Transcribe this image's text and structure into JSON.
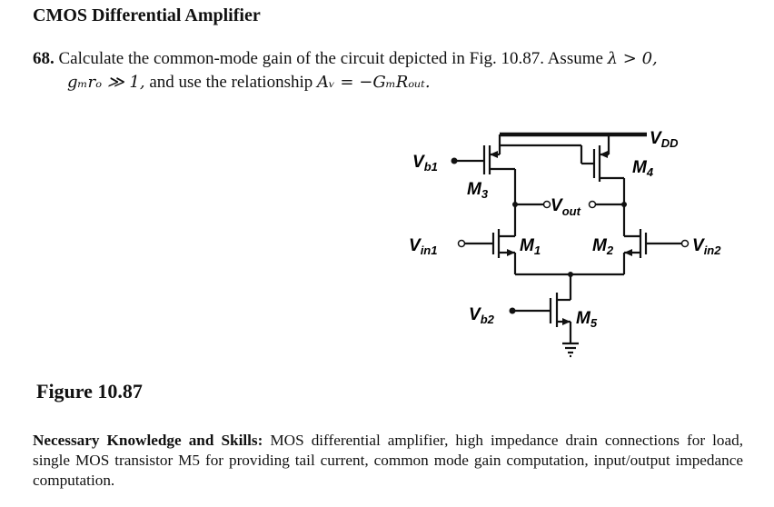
{
  "heading": "CMOS Differential Amplifier",
  "problem": {
    "number": "68.",
    "text_1": "Calculate the common-mode gain of the circuit depicted in Fig. 10.87. Assume",
    "lambda_cond": "λ > 0,",
    "gmro_cond": "gₘrₒ ≫ 1,",
    "text_2": "and use the relationship",
    "formula": "Aᵥ = −GₘRₒᵤₜ."
  },
  "circuit": {
    "vdd": {
      "main": "V",
      "sub": "DD"
    },
    "m4": {
      "main": "M",
      "sub": "4"
    },
    "vb1": {
      "main": "V",
      "sub": "b1"
    },
    "m3": {
      "main": "M",
      "sub": "3"
    },
    "vout": {
      "main": "V",
      "sub": "out"
    },
    "vin1": {
      "main": "V",
      "sub": "in1"
    },
    "m1": {
      "main": "M",
      "sub": "1"
    },
    "m2": {
      "main": "M",
      "sub": "2"
    },
    "vin2": {
      "main": "V",
      "sub": "in2"
    },
    "vb2": {
      "main": "V",
      "sub": "b2"
    },
    "m5": {
      "main": "M",
      "sub": "5"
    }
  },
  "figure_caption": "Figure 10.87",
  "skills": {
    "label": "Necessary Knowledge and Skills:",
    "text": "MOS differential amplifier, high impedance drain connections for load, single MOS transistor M5 for providing tail current, common mode gain computation, input/output impedance computation."
  }
}
